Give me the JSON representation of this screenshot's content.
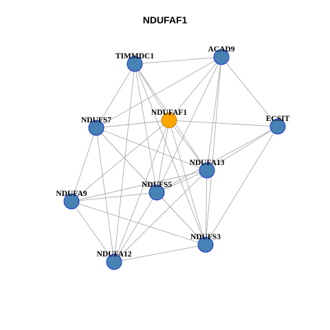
{
  "title": "NDUFAF1",
  "colors": {
    "node_fill": "#4682B4",
    "node_stroke": "#1F2FD0",
    "focus_fill": "#FFA500",
    "focus_stroke": "#B8860B",
    "edge": "#ABABAB"
  },
  "nodes": [
    {
      "id": "NDUFAF1",
      "label": "NDUFAF1",
      "focus": true
    },
    {
      "id": "TIMMDC1",
      "label": "TIMMDC1",
      "focus": false
    },
    {
      "id": "ACAD9",
      "label": "ACAD9",
      "focus": false
    },
    {
      "id": "ECSIT",
      "label": "ECSIT",
      "focus": false
    },
    {
      "id": "NDUFS7",
      "label": "NDUFS7",
      "focus": false
    },
    {
      "id": "NDUFA13",
      "label": "NDUFA13",
      "focus": false
    },
    {
      "id": "NDUFS5",
      "label": "NDUFS5",
      "focus": false
    },
    {
      "id": "NDUFA9",
      "label": "NDUFA9",
      "focus": false
    },
    {
      "id": "NDUFS3",
      "label": "NDUFS3",
      "focus": false
    },
    {
      "id": "NDUFA12",
      "label": "NDUFA12",
      "focus": false
    }
  ],
  "edges": [
    [
      "TIMMDC1",
      "ACAD9"
    ],
    [
      "TIMMDC1",
      "NDUFS7"
    ],
    [
      "TIMMDC1",
      "NDUFAF1"
    ],
    [
      "TIMMDC1",
      "NDUFA13"
    ],
    [
      "TIMMDC1",
      "NDUFS5"
    ],
    [
      "TIMMDC1",
      "NDUFS3"
    ],
    [
      "TIMMDC1",
      "NDUFA12"
    ],
    [
      "ACAD9",
      "NDUFS7"
    ],
    [
      "ACAD9",
      "NDUFAF1"
    ],
    [
      "ACAD9",
      "ECSIT"
    ],
    [
      "ACAD9",
      "NDUFA13"
    ],
    [
      "ACAD9",
      "NDUFS5"
    ],
    [
      "ACAD9",
      "NDUFS3"
    ],
    [
      "NDUFAF1",
      "NDUFS7"
    ],
    [
      "NDUFAF1",
      "ECSIT"
    ],
    [
      "NDUFAF1",
      "NDUFA13"
    ],
    [
      "NDUFAF1",
      "NDUFS5"
    ],
    [
      "NDUFAF1",
      "NDUFA9"
    ],
    [
      "NDUFAF1",
      "NDUFA12"
    ],
    [
      "NDUFAF1",
      "NDUFS3"
    ],
    [
      "NDUFS7",
      "NDUFA13"
    ],
    [
      "NDUFS7",
      "NDUFS5"
    ],
    [
      "NDUFS7",
      "NDUFA9"
    ],
    [
      "NDUFS7",
      "NDUFA12"
    ],
    [
      "NDUFS7",
      "NDUFS3"
    ],
    [
      "ECSIT",
      "NDUFA13"
    ],
    [
      "ECSIT",
      "NDUFS5"
    ],
    [
      "ECSIT",
      "NDUFS3"
    ],
    [
      "NDUFA13",
      "NDUFS5"
    ],
    [
      "NDUFA13",
      "NDUFA9"
    ],
    [
      "NDUFA13",
      "NDUFA12"
    ],
    [
      "NDUFA13",
      "NDUFS3"
    ],
    [
      "NDUFS5",
      "NDUFA9"
    ],
    [
      "NDUFS5",
      "NDUFA12"
    ],
    [
      "NDUFS5",
      "NDUFS3"
    ],
    [
      "NDUFA9",
      "NDUFA12"
    ],
    [
      "NDUFA9",
      "NDUFS3"
    ],
    [
      "NDUFA12",
      "NDUFS3"
    ]
  ]
}
